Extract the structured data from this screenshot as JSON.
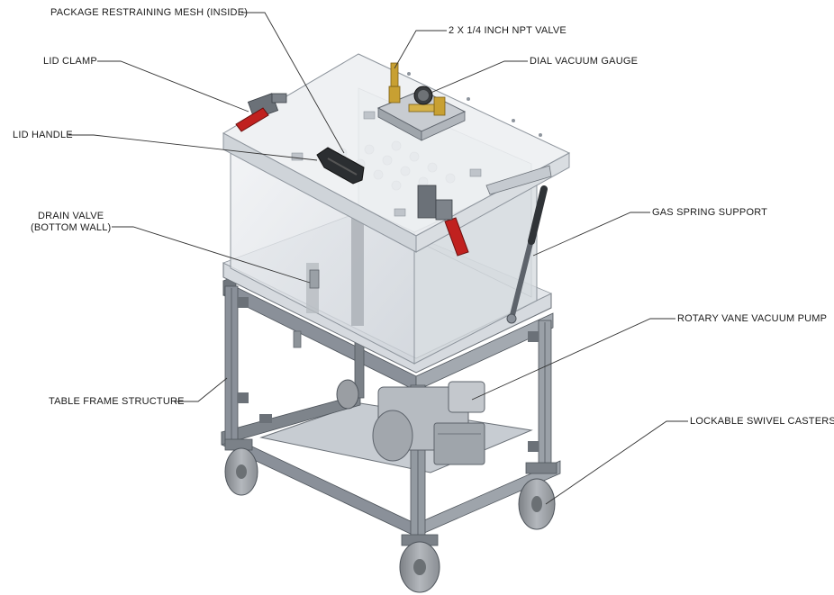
{
  "callouts": {
    "mesh": "PACKAGE RESTRAINING MESH (INSIDE)",
    "npt_valve": "2 X 1/4 INCH NPT VALVE",
    "lid_clamp": "LID CLAMP",
    "dial_gauge": "DIAL VACUUM GAUGE",
    "lid_handle": "LID HANDLE",
    "drain_valve_line1": "DRAIN VALVE",
    "drain_valve_line2": "(BOTTOM WALL)",
    "gas_spring": "GAS SPRING SUPPORT",
    "vacuum_pump": "ROTARY VANE VACUUM PUMP",
    "table_frame": "TABLE FRAME STRUCTURE",
    "casters": "LOCKABLE SWIVEL CASTERS"
  },
  "colors": {
    "frame": "#8a9099",
    "frame_dark": "#5d636b",
    "acrylic": "#dfe3e8",
    "acrylic_edge": "#8e959d",
    "lid": "#e9ecef",
    "brass": "#c8a032",
    "clamp_red": "#c0211f",
    "pump": "#b6bbc1",
    "wheel": "#9a9ea3",
    "leader": "#333333"
  }
}
